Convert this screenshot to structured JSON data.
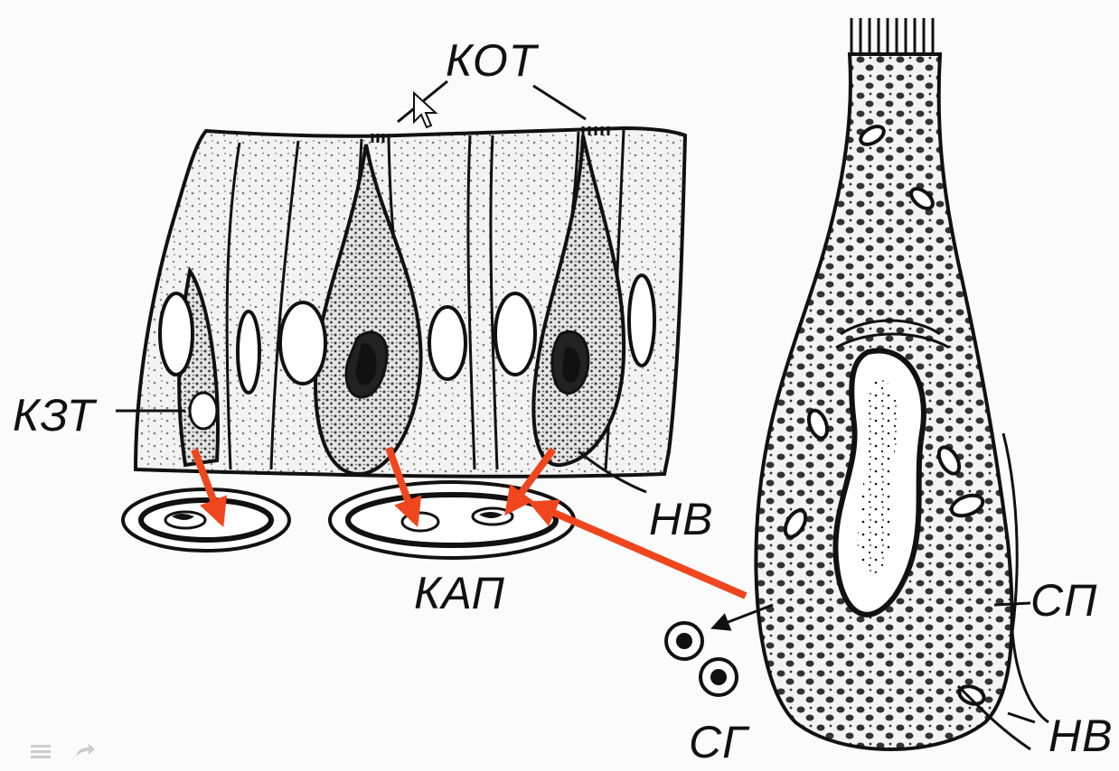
{
  "labels": {
    "kot": "КОТ",
    "kzt": "КЗТ",
    "nv_top": "НВ",
    "kap": "КАП",
    "sp": "СП",
    "sg": "СГ",
    "nv_bottom": "НВ"
  },
  "colors": {
    "arrow": "#f0461e",
    "ink": "#111111",
    "paper": "#fbfbfb"
  },
  "icons": [
    "menu-icon",
    "share-icon"
  ]
}
